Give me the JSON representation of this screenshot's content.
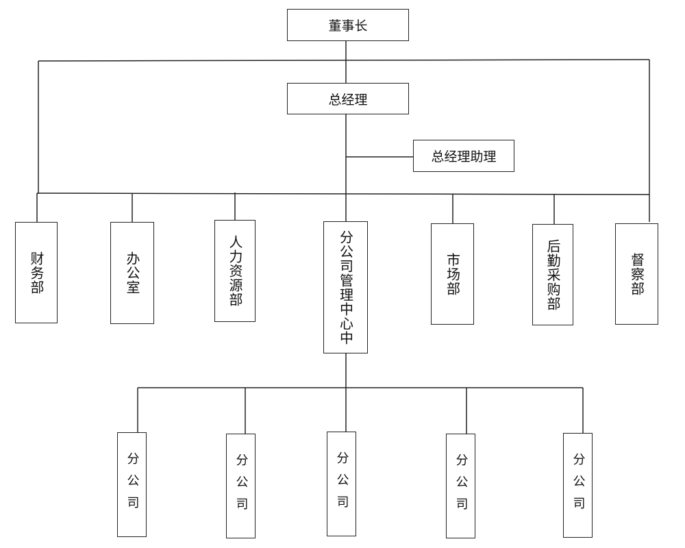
{
  "title": "组织结构图",
  "chairman": "董事长",
  "general_manager": "总经理",
  "gm_assistant": "总经理助理",
  "departments": [
    {
      "label": "财务部"
    },
    {
      "label": "办公室"
    },
    {
      "label": "人力资源部"
    },
    {
      "label": "分公司管理中心中"
    },
    {
      "label": "市场部"
    },
    {
      "label": "后勤采购部"
    },
    {
      "label": "督察部"
    }
  ],
  "branches": [
    {
      "label": "分公司"
    },
    {
      "label": "分公司"
    },
    {
      "label": "分公司"
    },
    {
      "label": "分公司"
    },
    {
      "label": "分公司"
    }
  ],
  "colors": {
    "line": "#222222",
    "background": "#ffffff"
  }
}
